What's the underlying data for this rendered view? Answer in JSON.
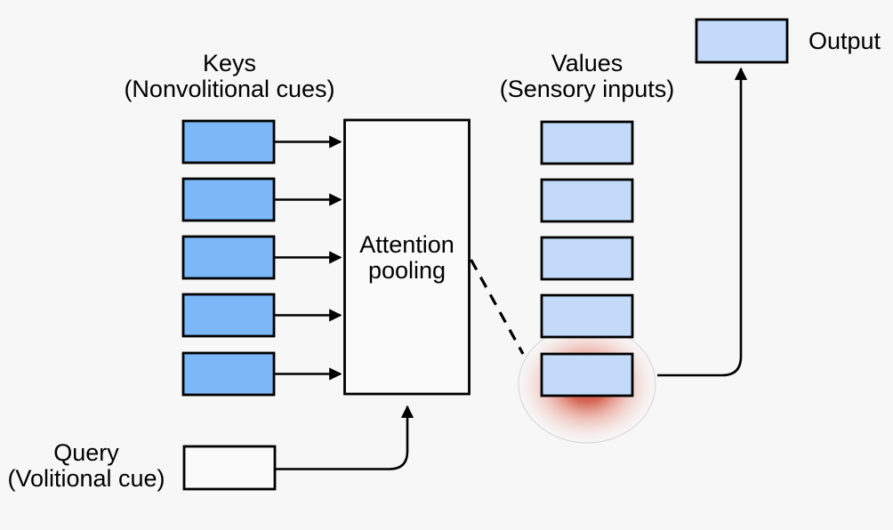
{
  "figure": {
    "title": "Attention pooling diagram",
    "labels": {
      "keys": {
        "line1": "Keys",
        "line2": "(Nonvolitional cues)"
      },
      "values": {
        "line1": "Values",
        "line2": "(Sensory inputs)"
      },
      "query": {
        "line1": "Query",
        "line2": "(Volitional cue)"
      },
      "attention": {
        "line1": "Attention",
        "line2": "pooling"
      },
      "output": "Output"
    },
    "structure": {
      "num_keys": 5,
      "num_values": 5,
      "highlighted_value_index": 5
    }
  },
  "colors": {
    "background": "#f7f7f7",
    "key_fill": "#7cb8f7",
    "value_fill": "#c3dbf8",
    "plain_fill": "#fafafa",
    "stroke": "#000000",
    "glow_center": "#c5462f",
    "glow_mid": "#d25a48",
    "glow_soft": "#e8988a",
    "glow_outer": "#f0c5bc",
    "glow_edge": "#f7ebe8",
    "glow_ring": "#c6c6c6"
  }
}
